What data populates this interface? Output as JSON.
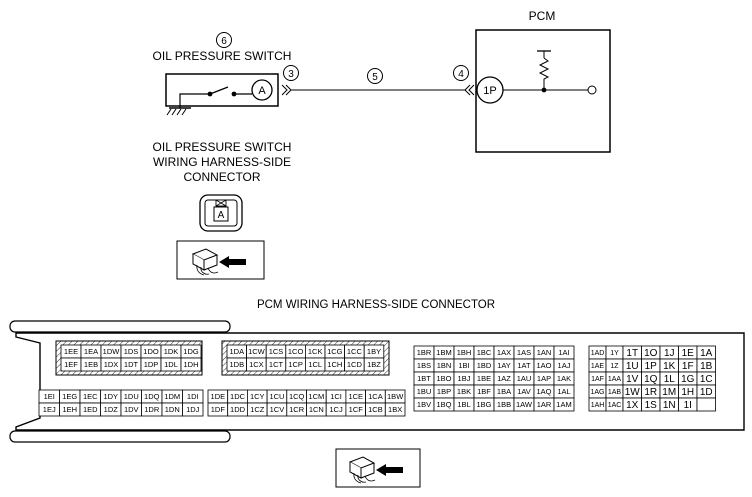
{
  "circuit": {
    "pcm_label": "PCM",
    "switch_label": "OIL PRESSURE SWITCH",
    "terminal_a": "A",
    "terminal_1p": "1P",
    "callouts": {
      "c6": "6",
      "c3": "3",
      "c5": "5",
      "c4": "4"
    }
  },
  "switch_connector": {
    "title_lines": [
      "OIL PRESSURE SWITCH",
      "WIRING HARNESS-SIDE",
      "CONNECTOR"
    ],
    "terminal": "A"
  },
  "pcm_connector": {
    "title": "PCM WIRING HARNESS-SIDE CONNECTOR",
    "block1": {
      "top": [
        [
          "1EE",
          "1EA",
          "1DW",
          "1DS",
          "1DO",
          "1DK",
          "1DG"
        ],
        [
          "1EF",
          "1EB",
          "1DX",
          "1DT",
          "1DP",
          "1DL",
          "1DH"
        ]
      ],
      "bottom": [
        [
          "1EI",
          "1EG",
          "1EC",
          "1DY",
          "1DU",
          "1DQ",
          "1DM",
          "1DI"
        ],
        [
          "1EJ",
          "1EH",
          "1ED",
          "1DZ",
          "1DV",
          "1DR",
          "1DN",
          "1DJ"
        ]
      ]
    },
    "block2": {
      "top": [
        [
          "1DA",
          "1CW",
          "1CS",
          "1CO",
          "1CK",
          "1CG",
          "1CC",
          "1BY"
        ],
        [
          "1DB",
          "1CX",
          "1CT",
          "1CP",
          "1CL",
          "1CH",
          "1CD",
          "1BZ"
        ]
      ],
      "bottom": [
        [
          "1DE",
          "1DC",
          "1CY",
          "1CU",
          "1CQ",
          "1CM",
          "1CI",
          "1CE",
          "1CA",
          "1BW"
        ],
        [
          "1DF",
          "1DD",
          "1CZ",
          "1CV",
          "1CR",
          "1CN",
          "1CJ",
          "1CF",
          "1CB",
          "1BX"
        ]
      ]
    },
    "block3": [
      [
        "1BR",
        "1BM",
        "1BH",
        "1BC",
        "1AX",
        "1AS",
        "1AN",
        "1AI"
      ],
      [
        "1BS",
        "1BN",
        "1BI",
        "1BD",
        "1AY",
        "1AT",
        "1AO",
        "1AJ"
      ],
      [
        "1BT",
        "1BO",
        "1BJ",
        "1BE",
        "1AZ",
        "1AU",
        "1AP",
        "1AK"
      ],
      [
        "1BU",
        "1BP",
        "1BK",
        "1BF",
        "1BA",
        "1AV",
        "1AQ",
        "1AL"
      ],
      [
        "1BV",
        "1BQ",
        "1BL",
        "1BG",
        "1BB",
        "1AW",
        "1AR",
        "1AM"
      ]
    ],
    "block4": [
      [
        "1AD",
        "1Y",
        "1T",
        "1O",
        "1J",
        "1E",
        "1A"
      ],
      [
        "1AE",
        "1Z",
        "1U",
        "1P",
        "1K",
        "1F",
        "1B"
      ],
      [
        "1AF",
        "1AA",
        "1V",
        "1Q",
        "1L",
        "1G",
        "1C"
      ],
      [
        "1AG",
        "1AB",
        "1W",
        "1R",
        "1M",
        "1H",
        "1D"
      ],
      [
        "1AH",
        "1AC",
        "1X",
        "1S",
        "1N",
        "1I",
        ""
      ]
    ]
  }
}
